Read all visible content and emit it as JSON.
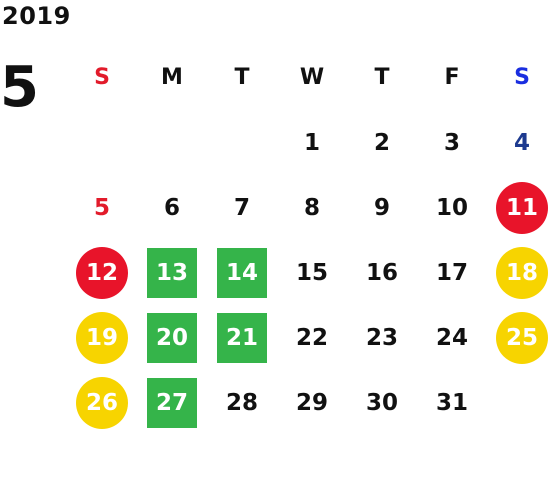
{
  "calendar": {
    "year": "2019",
    "month": "5",
    "weekdays": [
      "S",
      "M",
      "T",
      "W",
      "T",
      "F",
      "S"
    ],
    "leading_blank_days": 3,
    "days": [
      {
        "label": "1",
        "mark": "none"
      },
      {
        "label": "2",
        "mark": "none"
      },
      {
        "label": "3",
        "mark": "none"
      },
      {
        "label": "4",
        "mark": "none"
      },
      {
        "label": "5",
        "mark": "none"
      },
      {
        "label": "6",
        "mark": "none"
      },
      {
        "label": "7",
        "mark": "none"
      },
      {
        "label": "8",
        "mark": "none"
      },
      {
        "label": "9",
        "mark": "none"
      },
      {
        "label": "10",
        "mark": "none"
      },
      {
        "label": "11",
        "mark": "red"
      },
      {
        "label": "12",
        "mark": "red"
      },
      {
        "label": "13",
        "mark": "green"
      },
      {
        "label": "14",
        "mark": "green"
      },
      {
        "label": "15",
        "mark": "none"
      },
      {
        "label": "16",
        "mark": "none"
      },
      {
        "label": "17",
        "mark": "none"
      },
      {
        "label": "18",
        "mark": "yellow"
      },
      {
        "label": "19",
        "mark": "yellow"
      },
      {
        "label": "20",
        "mark": "green"
      },
      {
        "label": "21",
        "mark": "green"
      },
      {
        "label": "22",
        "mark": "none"
      },
      {
        "label": "23",
        "mark": "none"
      },
      {
        "label": "24",
        "mark": "none"
      },
      {
        "label": "25",
        "mark": "yellow"
      },
      {
        "label": "26",
        "mark": "yellow"
      },
      {
        "label": "27",
        "mark": "green"
      },
      {
        "label": "28",
        "mark": "none"
      },
      {
        "label": "29",
        "mark": "none"
      },
      {
        "label": "30",
        "mark": "none"
      },
      {
        "label": "31",
        "mark": "none"
      }
    ]
  },
  "colors": {
    "sunday_text": "#e21b2b",
    "saturday_header": "#1a2ee0",
    "saturday_text": "#1d3a8f",
    "mark_red": "#e8142a",
    "mark_yellow": "#f7d400",
    "mark_green": "#35b44a"
  }
}
